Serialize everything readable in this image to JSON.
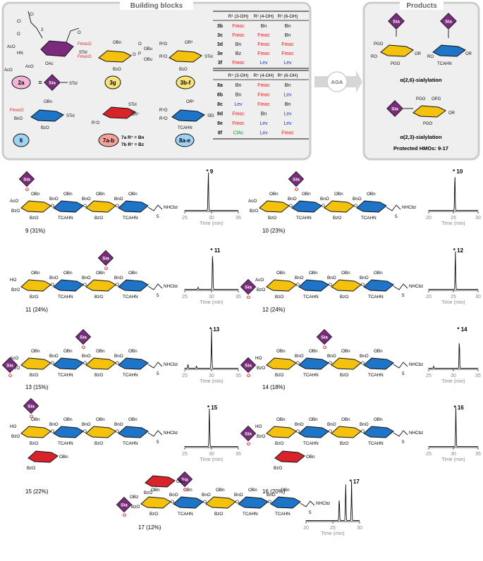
{
  "panels": {
    "building_blocks": "Building blocks",
    "products": "Products",
    "aga": "AGA"
  },
  "reagents": {
    "sia_equals": "≡",
    "sia": "Sia",
    "stol": "STol",
    "set": "SEt",
    "r7a": "7a R⁷ = Bn",
    "r7b": "7b R⁷ = Bz",
    "labels": [
      "2a",
      "3g",
      "3b-f",
      "6",
      "7a-b",
      "8a-e"
    ],
    "frag_2a": [
      "Cl",
      "Cl",
      "AcO",
      "HN",
      "O",
      "AcO",
      "AcO",
      "OAc",
      "O",
      "STol",
      "3"
    ],
    "frag_3g": [
      "FmocO",
      "FmocO",
      "OBn",
      "BzO",
      "O",
      "P",
      "OBu",
      "OBu",
      "O"
    ],
    "frag_3bf": [
      "R²O",
      "R¹O",
      "OR³",
      "BzO",
      "STol"
    ],
    "frag_6": [
      "FmocO",
      "BnO",
      "OBn",
      "BzO",
      "STol"
    ],
    "frag_7": [
      "STol",
      "OR⁷",
      "R⁷O"
    ],
    "frag_8": [
      "R⁵O",
      "R⁴O",
      "OR⁶",
      "TCAHN",
      "SEt"
    ]
  },
  "table1": {
    "headers": [
      "",
      "R¹ (3-OH)",
      "R² (4-OH)",
      "R³ (6-OH)"
    ],
    "rows": [
      [
        "3b",
        "Fmoc",
        "Bn",
        "Bn"
      ],
      [
        "3c",
        "Fmoc",
        "Fmoc",
        "Bn"
      ],
      [
        "3d",
        "Bn",
        "Fmoc",
        "Fmoc"
      ],
      [
        "3e",
        "Bz",
        "Fmoc",
        "Fmoc"
      ],
      [
        "3f",
        "Fmoc",
        "Lev",
        "Lev"
      ]
    ]
  },
  "table2": {
    "headers": [
      "",
      "R⁴ (3-OH)",
      "R⁵ (4-OH)",
      "R⁶ (6-OH)"
    ],
    "rows": [
      [
        "8a",
        "Bn",
        "Fmoc",
        "Bn"
      ],
      [
        "8b",
        "Bn",
        "Fmoc",
        "Lev"
      ],
      [
        "8c",
        "Lev",
        "Fmoc",
        "Bn"
      ],
      [
        "8d",
        "Fmoc",
        "Bn",
        "Lev"
      ],
      [
        "8e",
        "Fmoc",
        "Lev",
        "Lev"
      ],
      [
        "8f",
        "ClAc",
        "Lev",
        "Fmoc"
      ]
    ]
  },
  "product_panel": {
    "a26": "α(2,6)-sialylation",
    "a23": "α(2,3)-sialylation",
    "hmos": "Protected HMOs: 9-17",
    "frag_a26": [
      "PGO",
      "RO",
      "PGO",
      "OR",
      "TCAHN",
      "O",
      "O"
    ],
    "frag_a23": [
      "PGO",
      "OPG",
      "PGO",
      "OR",
      "O"
    ]
  },
  "chain_labels": {
    "nhcbz": "NHCbz",
    "five": "5",
    "tcahn": "TCAHN",
    "obn": "OBn",
    "bno": "BnO",
    "bzo": "BzO",
    "aco": "AcO",
    "ho": "HO",
    "o": "O",
    "obz": "OBz"
  },
  "compounds": [
    {
      "num": "9",
      "label": "9 (31%)",
      "peak": "* 9",
      "ticks": [
        "25",
        "30",
        "35"
      ],
      "axis": "Time (min)"
    },
    {
      "num": "10",
      "label": "10 (23%)",
      "peak": "* 10",
      "ticks": [
        "20",
        "25",
        "30"
      ],
      "axis": "Time (min)"
    },
    {
      "num": "11",
      "label": "11 (24%)",
      "peak": "* 11",
      "ticks": [
        "25",
        "30",
        "35"
      ],
      "axis": "Time (min)"
    },
    {
      "num": "12",
      "label": "12 (24%)",
      "peak": "* 12",
      "ticks": [
        "20",
        "25",
        "30"
      ],
      "axis": "Time (min)"
    },
    {
      "num": "13",
      "label": "13 (15%)",
      "peak": "* 13",
      "ticks": [
        "25",
        "30",
        "35"
      ],
      "axis": "Time (min)"
    },
    {
      "num": "14",
      "label": "14 (18%)",
      "peak": "* 14",
      "ticks": [
        "25",
        "30",
        "35"
      ],
      "axis": "Time (min)"
    },
    {
      "num": "15",
      "label": "15 (22%)",
      "peak": "* 15",
      "ticks": [
        "25",
        "30",
        "35"
      ],
      "axis": "Time (min)"
    },
    {
      "num": "16",
      "label": "16 (20%)",
      "peak": "* 16",
      "ticks": [
        "25",
        "30",
        "35"
      ],
      "axis": "Time (min)"
    },
    {
      "num": "17",
      "label": "17 (12%)",
      "peak": "* 17",
      "ticks": [
        "20",
        "25",
        "30"
      ],
      "axis": "Time (min)"
    }
  ],
  "colors": {
    "gal_yellow": "#f4c20d",
    "glc_blue": "#1e74c6",
    "fuc_red": "#d8232a",
    "sia_purple": "#7b2a7e",
    "sia_pink": "#f1b6e6",
    "label_pink": "#f3b4d9",
    "label_yellow": "#f8e27a",
    "label_blue": "#9fd3f4",
    "label_salmon": "#f4a39a",
    "panel_bg": "#efefef",
    "panel_border": "#cccccc",
    "fmoc_red": "#d8232a",
    "lev_blue": "#2436c8",
    "clac_green": "#1a9a3a"
  }
}
